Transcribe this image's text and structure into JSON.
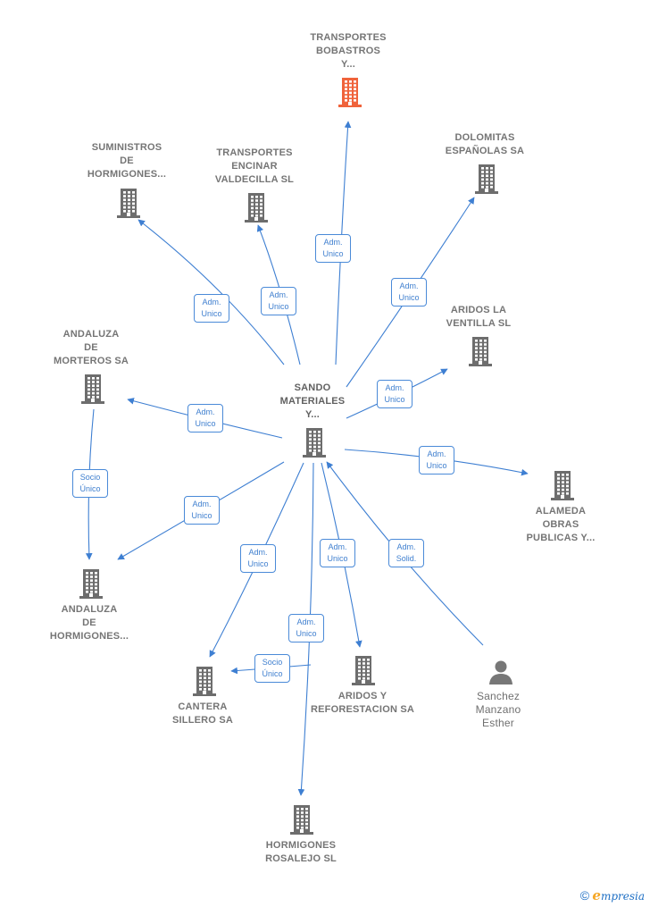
{
  "colors": {
    "edge": "#3e7fd2",
    "building": "#6d6d6d",
    "highlight": "#f0633b",
    "person": "#777777"
  },
  "nodes": [
    {
      "id": "transportes-bobastros",
      "label": "TRANSPORTES\nBOBASTROS\nY...",
      "icon": "building-icon",
      "highlight": true
    },
    {
      "id": "suministros",
      "label": "SUMINISTROS\nDE\nHORMIGONES...",
      "icon": "building-icon"
    },
    {
      "id": "transportes-encinar",
      "label": "TRANSPORTES\nENCINAR\nVALDECILLA SL",
      "icon": "building-icon"
    },
    {
      "id": "dolomitas",
      "label": "DOLOMITAS\nESPAÑOLAS SA",
      "icon": "building-icon"
    },
    {
      "id": "aridos-ventilla",
      "label": "ARIDOS LA\nVENTILLA SL",
      "icon": "building-icon"
    },
    {
      "id": "andaluza-morteros",
      "label": "ANDALUZA\nDE\nMORTEROS SA",
      "icon": "building-icon"
    },
    {
      "id": "sando",
      "label": "SANDO\nMATERIALES\nY...",
      "icon": "building-icon"
    },
    {
      "id": "alameda",
      "label": "ALAMEDA\nOBRAS\nPUBLICAS Y...",
      "icon": "building-icon"
    },
    {
      "id": "andaluza-hormigones",
      "label": "ANDALUZA\nDE\nHORMIGONES...",
      "icon": "building-icon"
    },
    {
      "id": "cantera",
      "label": "CANTERA\nSILLERO SA",
      "icon": "building-icon"
    },
    {
      "id": "aridos-reforestacion",
      "label": "ARIDOS Y\nREFORESTACION SA",
      "icon": "building-icon"
    },
    {
      "id": "sanchez",
      "label": "Sanchez\nManzano\nEsther",
      "icon": "person-icon"
    },
    {
      "id": "hormigones-rosalejo",
      "label": "HORMIGONES\nROSALEJO SL",
      "icon": "building-icon"
    }
  ],
  "edges": [
    {
      "from": "sando",
      "to": "transportes-bobastros",
      "label": "Adm.\nUnico"
    },
    {
      "from": "sando",
      "to": "suministros",
      "label": "Adm.\nUnico"
    },
    {
      "from": "sando",
      "to": "transportes-encinar",
      "label": "Adm.\nUnico"
    },
    {
      "from": "sando",
      "to": "dolomitas",
      "label": "Adm.\nUnico"
    },
    {
      "from": "sando",
      "to": "aridos-ventilla",
      "label": "Adm.\nUnico"
    },
    {
      "from": "sando",
      "to": "andaluza-morteros",
      "label": "Adm.\nUnico"
    },
    {
      "from": "sando",
      "to": "alameda",
      "label": "Adm.\nUnico"
    },
    {
      "from": "sando",
      "to": "andaluza-hormigones",
      "label": "Adm.\nUnico"
    },
    {
      "from": "andaluza-morteros",
      "to": "andaluza-hormigones",
      "label": "Socio\nÚnico"
    },
    {
      "from": "sando",
      "to": "cantera",
      "label": "Adm.\nUnico"
    },
    {
      "from": "sando",
      "to": "aridos-reforestacion",
      "label": "Adm.\nUnico"
    },
    {
      "from": "sando",
      "to": "hormigones-rosalejo",
      "label": "Adm.\nUnico"
    },
    {
      "from": "aridos-reforestacion",
      "to": "cantera",
      "label": "Socio\nÚnico"
    },
    {
      "from": "sanchez",
      "to": "sando",
      "label": "Adm.\nSolid."
    }
  ],
  "footer": {
    "copyright": "©",
    "brand_e": "e",
    "brand_rest": "mpresia"
  }
}
